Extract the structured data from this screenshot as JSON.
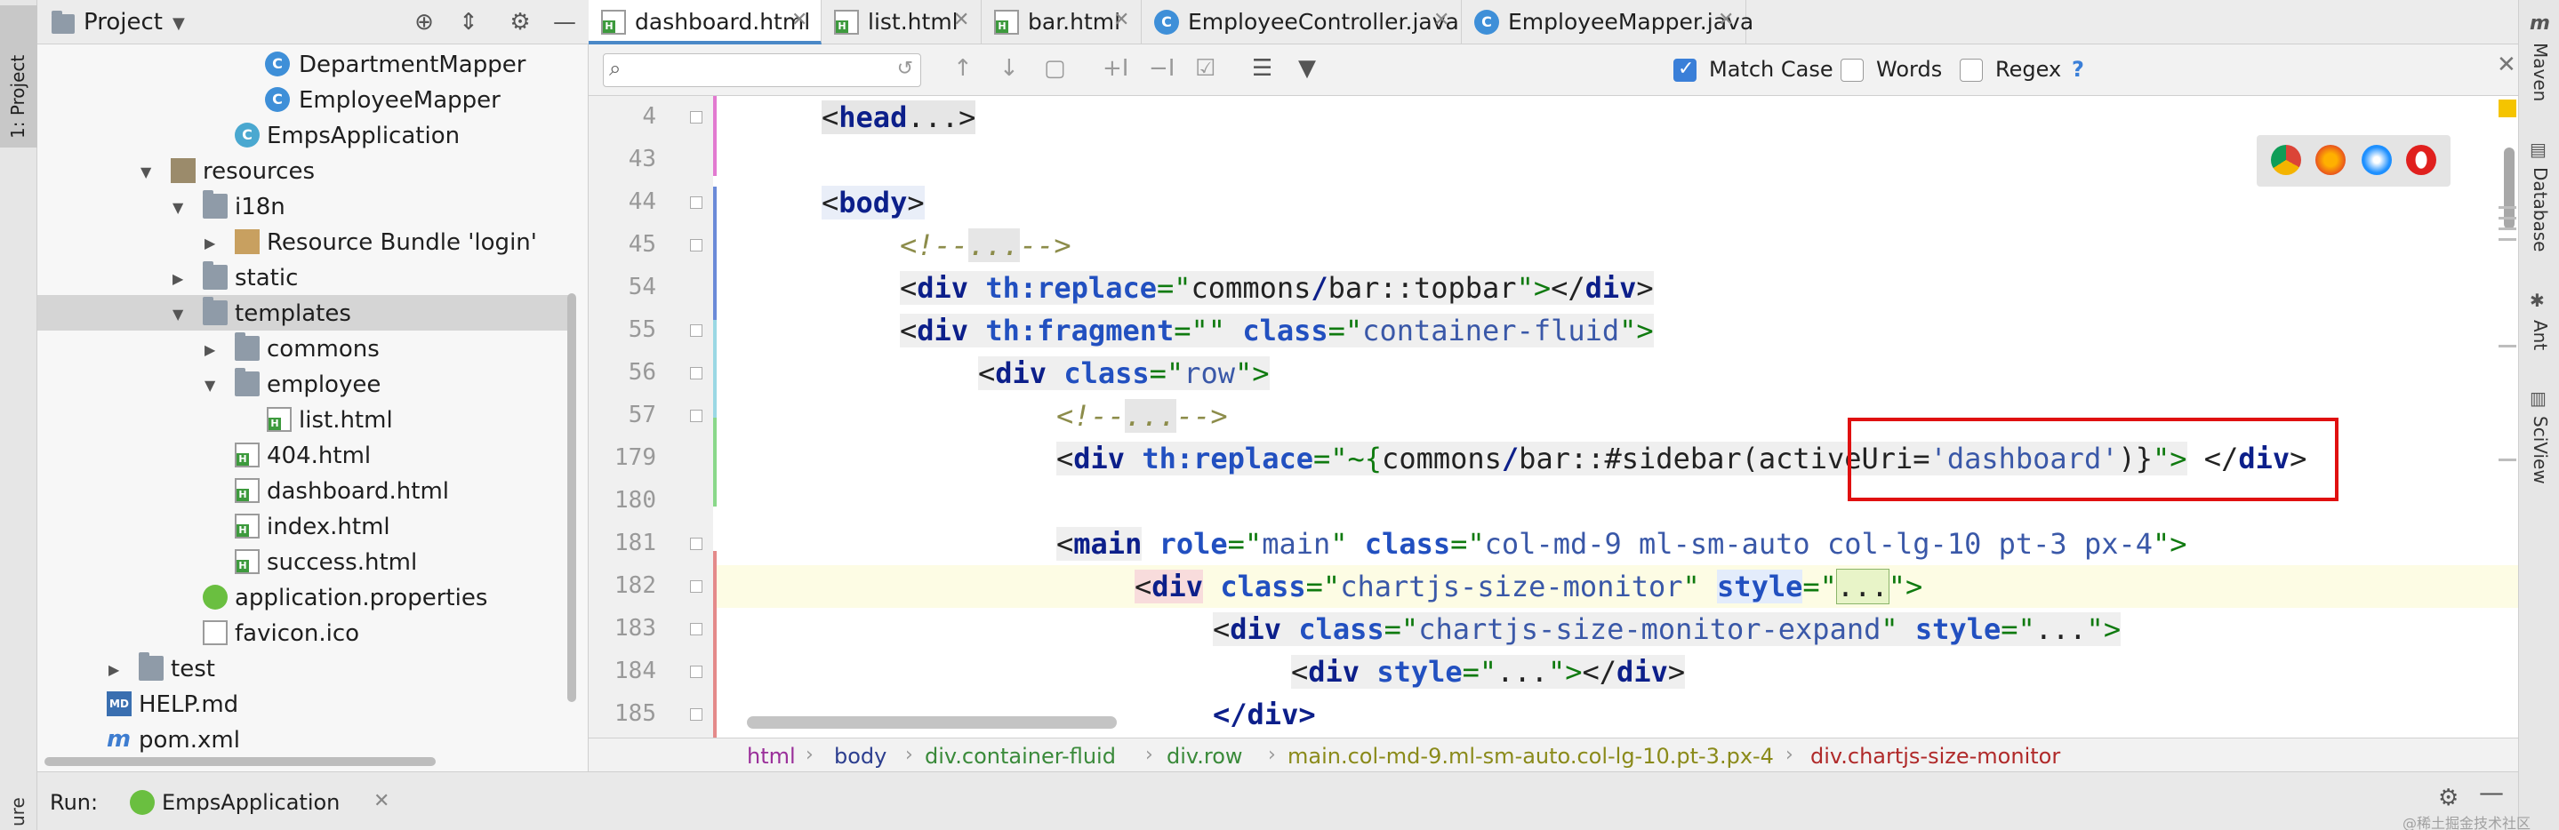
{
  "left_strip": {
    "project_tab": "1: Project",
    "bottom_label": "ure"
  },
  "project_panel": {
    "title": "Project",
    "tree": [
      {
        "label": "DepartmentMapper",
        "icon": "class-icon"
      },
      {
        "label": "EmployeeMapper",
        "icon": "class-icon"
      },
      {
        "label": "EmpsApplication",
        "icon": "spring-class-icon"
      },
      {
        "label": "resources",
        "icon": "resources-folder-icon"
      },
      {
        "label": "i18n",
        "icon": "folder-icon"
      },
      {
        "label": "Resource Bundle 'login'",
        "icon": "resource-bundle-icon"
      },
      {
        "label": "static",
        "icon": "folder-icon"
      },
      {
        "label": "templates",
        "icon": "folder-icon",
        "selected": true
      },
      {
        "label": "commons",
        "icon": "folder-icon"
      },
      {
        "label": "employee",
        "icon": "folder-icon"
      },
      {
        "label": "list.html",
        "icon": "html-file-icon"
      },
      {
        "label": "404.html",
        "icon": "html-file-icon"
      },
      {
        "label": "dashboard.html",
        "icon": "html-file-icon"
      },
      {
        "label": "index.html",
        "icon": "html-file-icon"
      },
      {
        "label": "success.html",
        "icon": "html-file-icon"
      },
      {
        "label": "application.properties",
        "icon": "properties-file-icon"
      },
      {
        "label": "favicon.ico",
        "icon": "ico-file-icon"
      },
      {
        "label": "test",
        "icon": "folder-icon"
      },
      {
        "label": "HELP.md",
        "icon": "markdown-file-icon"
      },
      {
        "label": "pom.xml",
        "icon": "maven-file-icon"
      }
    ]
  },
  "tabs": [
    {
      "label": "dashboard.html",
      "active": true
    },
    {
      "label": "list.html"
    },
    {
      "label": "bar.html"
    },
    {
      "label": "EmployeeController.java"
    },
    {
      "label": "EmployeeMapper.java"
    }
  ],
  "search": {
    "value": "",
    "placeholder": "",
    "match_case": "Match Case",
    "words": "Words",
    "regex": "Regex",
    "help": "?"
  },
  "gutter": {
    "lines": [
      "4",
      "43",
      "44",
      "45",
      "54",
      "55",
      "56",
      "57",
      "179",
      "180",
      "181",
      "182",
      "183",
      "184",
      "185"
    ]
  },
  "code": {
    "l4": {
      "lt": "<",
      "tag": "head",
      "rest": "...>"
    },
    "l44": {
      "lt": "<",
      "tag": "body",
      "gt": ">"
    },
    "l45": {
      "comment_open": "<!--",
      "dots": "...",
      "comment_close": "-->"
    },
    "l54": {
      "lt": "<",
      "tag": "div",
      "attr": "th:replace",
      "eq": "=\"",
      "val": "commons",
      "slash": "/",
      "val_b": "bar::topbar",
      "q": "\">",
      "close_lt": "</",
      "close_tag": "div",
      "close_gt": ">"
    },
    "l55": {
      "lt": "<",
      "tag": "div",
      "attr": "th:fragment",
      "eq": "=\"\" ",
      "attr2": "class",
      "eq2": "=\"",
      "val": "container-fluid",
      "q": "\">"
    },
    "l56": {
      "lt": "<",
      "tag": "div",
      "attr": "class",
      "eq": "=\"",
      "val": "row",
      "q": "\">"
    },
    "l57": {
      "comment_open": "<!--",
      "dots": "...",
      "comment_close": "-->"
    },
    "l179": {
      "lt": "<",
      "tag": "div",
      "attr": "th:replace",
      "eq": "=\"~{",
      "val": "commons",
      "slash": "/",
      "val_b": "bar::#sidebar",
      "paren": "(activeUri=",
      "val_c": "'dashboard'",
      "paren_close": ")}",
      "q": "\">",
      "close_lt": " </",
      "close_tag": "div",
      "close_gt": ">"
    },
    "l181": {
      "lt": "<",
      "tag": "main",
      "attr": "role",
      "eq": "=\"",
      "val": "main",
      "q": "\" ",
      "attr2": "class",
      "eq2": "=\"",
      "val2": "col-md-9 ml-sm-auto col-lg-10 pt-3 px-4",
      "q2": "\">"
    },
    "l182": {
      "lt": "<",
      "tag": "div",
      "attr": "class",
      "eq": "=\"",
      "val": "chartjs-size-monitor",
      "q": "\" ",
      "attr2": "style",
      "eq2": "=\"",
      "dots": "...",
      "q2": "\">"
    },
    "l183": {
      "lt": "<",
      "tag": "div",
      "attr": "class",
      "eq": "=\"",
      "val": "chartjs-size-monitor-expand",
      "q": "\" ",
      "attr2": "style",
      "eq2": "=\"",
      "dots": "...",
      "q2": "\">"
    },
    "l184": {
      "lt": "<",
      "tag": "div",
      "attr": "style",
      "eq": "=\"",
      "dots": "...",
      "q": "\">",
      "close_lt": "</",
      "close_tag": "div",
      "close_gt": ">"
    },
    "l185": {
      "text": "</div>"
    }
  },
  "breadcrumb": [
    "html",
    "body",
    "div.container-fluid",
    "div.row",
    "main.col-md-9.ml-sm-auto.col-lg-10.pt-3.px-4",
    "div.chartjs-size-monitor"
  ],
  "right_strip": [
    "Maven",
    "Database",
    "Ant",
    "SciView"
  ],
  "run_bar": {
    "label": "Run:",
    "tab": "EmpsApplication",
    "watermark": "@稀土掘金技术社区"
  },
  "colors": {
    "accent": "#4a88c7",
    "highlight_box": "#e01010",
    "selection": "#d5d5d5"
  }
}
